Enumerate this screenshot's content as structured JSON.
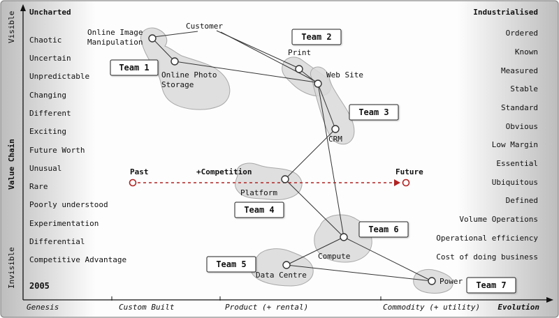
{
  "era_label": "2005",
  "corner_labels": {
    "left": "Uncharted",
    "right": "Industrialised"
  },
  "y_axis": {
    "title": "Value Chain",
    "top": "Visible",
    "bottom": "Invisible"
  },
  "x_axis": {
    "title": "Evolution",
    "stages": {
      "s1": "Genesis",
      "s2": "Custom Built",
      "s3": "Product (+ rental)",
      "s4": "Commodity (+ utility)"
    }
  },
  "left_scale": [
    "Chaotic",
    "Uncertain",
    "Unpredictable",
    "Changing",
    "Different",
    "Exciting",
    "Future Worth",
    "Unusual",
    "Rare",
    "Poorly understood",
    "Experimentation",
    "Differential",
    "Competitive Advantage"
  ],
  "right_scale": [
    "Ordered",
    "Known",
    "Measured",
    "Stable",
    "Standard",
    "Obvious",
    "Low Margin",
    "Essential",
    "Ubiquitous",
    "Defined",
    "Volume Operations",
    "Operational efficiency",
    "Cost of doing business"
  ],
  "timeline": {
    "past": "Past",
    "competition": "+Competition",
    "future": "Future",
    "accent_color": "#b22222"
  },
  "nodes": {
    "customer": "Customer",
    "oim_line1": "Online Image",
    "oim_line2": "Manipulation",
    "ops_line1": "Online Photo",
    "ops_line2": "Storage",
    "print": "Print",
    "web_site": "Web Site",
    "crm": "CRM",
    "platform": "Platform",
    "compute": "Compute",
    "data_centre": "Data Centre",
    "power": "Power"
  },
  "teams": {
    "t1": "Team 1",
    "t2": "Team 2",
    "t3": "Team 3",
    "t4": "Team 4",
    "t5": "Team 5",
    "t6": "Team 6",
    "t7": "Team 7"
  }
}
